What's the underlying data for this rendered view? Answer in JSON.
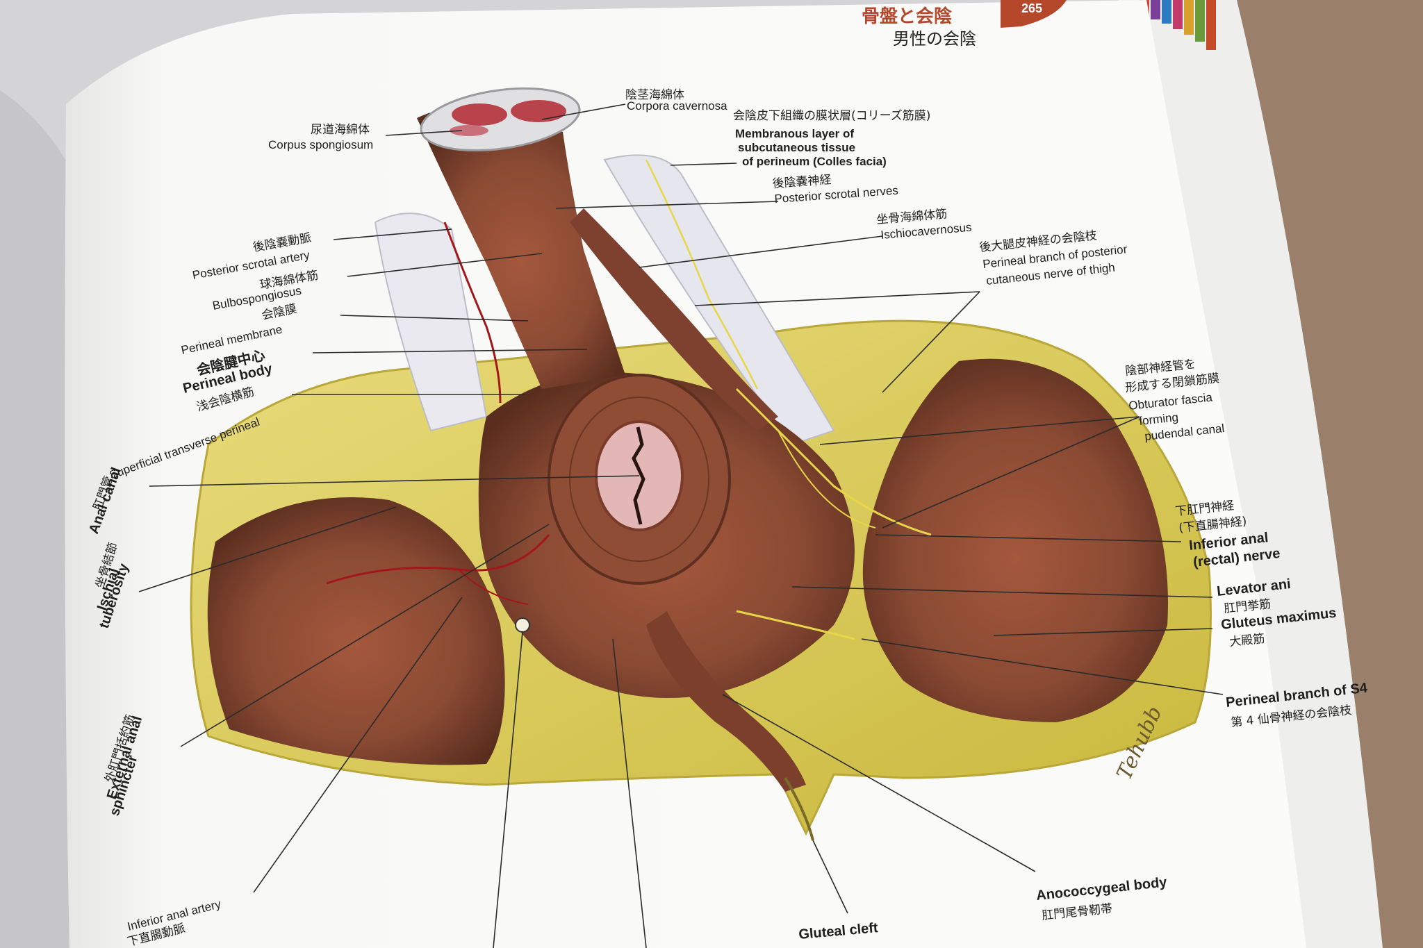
{
  "header": {
    "section_jp": "骨盤と会陰",
    "subtitle_jp": "男性の会陰",
    "page_number": "265"
  },
  "signature": "Tehubb",
  "labels": {
    "corpus_spongiosum": {
      "jp": "尿道海綿体",
      "en": "Corpus spongiosum"
    },
    "corpora_cavernosa": {
      "jp": "陰茎海綿体",
      "en": "Corpora cavernosa"
    },
    "colles": {
      "jp": "会陰皮下組織の膜状層(コリーズ筋膜)",
      "en1": "Membranous layer of",
      "en2": "subcutaneous tissue",
      "en3": "of perineum (Colles facia)"
    },
    "post_scrotal_nerves": {
      "jp": "後陰嚢神経",
      "en": "Posterior scrotal nerves"
    },
    "ischiocavernosus": {
      "jp": "坐骨海綿体筋",
      "en": "Ischiocavernosus"
    },
    "perineal_branch_thigh": {
      "jp": "後大腿皮神経の会陰枝",
      "en1": "Perineal branch of posterior",
      "en2": "cutaneous nerve of thigh"
    },
    "obturator_fascia": {
      "jp1": "陰部神経管を",
      "jp2": "形成する閉鎖筋膜",
      "en1": "Obturator fascia",
      "en2": "forming",
      "en3": "pudendal canal"
    },
    "inferior_anal_nerve": {
      "jp1": "下肛門神経",
      "jp2": "(下直腸神経)",
      "en1": "Inferior anal",
      "en2": "(rectal) nerve"
    },
    "levator_ani": {
      "en": "Levator ani",
      "jp": "肛門挙筋"
    },
    "gluteus_maximus": {
      "en": "Gluteus maximus",
      "jp": "大殿筋"
    },
    "perineal_branch_s4": {
      "en": "Perineal branch of S4",
      "jp": "第 4 仙骨神経の会陰枝"
    },
    "anococcygeal": {
      "en": "Anococcygeal body",
      "jp": "肛門尾骨靭帯"
    },
    "gluteal_cleft": {
      "en": "Gluteal cleft"
    },
    "post_scrotal_artery": {
      "jp": "後陰嚢動脈",
      "en": "Posterior scrotal artery"
    },
    "bulbospongiosus": {
      "jp": "球海綿体筋",
      "en": "Bulbospongiosus"
    },
    "perineal_membrane": {
      "jp": "会陰膜",
      "en": "Perineal membrane"
    },
    "perineal_body": {
      "jp": "会陰腱中心",
      "en": "Perineal body"
    },
    "sup_transverse": {
      "jp": "浅会陰横筋",
      "en": "Superficial transverse perineal"
    },
    "anal_canal": {
      "jp": "肛門管",
      "en": "Anal canal"
    },
    "ischial_tuberosity": {
      "jp": "坐骨結節",
      "en1": "Ischial",
      "en2": "tuberosity"
    },
    "ext_anal_sphincter": {
      "jp": "外肛門括約筋",
      "en1": "External anal",
      "en2": "sphincter"
    },
    "inferior_anal_artery": {
      "en": "Inferior anal artery",
      "jp": "下直腸動脈"
    }
  },
  "colors": {
    "page": "#f7f7f5",
    "muscle": "#8a4a33",
    "fat": "#d9c94a",
    "nerve": "#e8d64a",
    "artery": "#a3161a",
    "tab": "#b5472a"
  }
}
